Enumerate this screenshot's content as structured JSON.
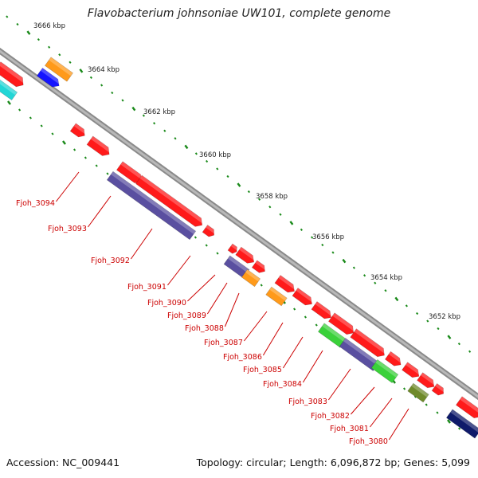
{
  "title": "Flavobacterium johnsoniae UW101, complete genome",
  "footer": {
    "accession": "Accession: NC_009441",
    "summary": "Topology: circular; Length: 6,096,872 bp; Genes: 5,099"
  },
  "colors": {
    "cds_red": "#ff1a1a",
    "gene_blue": "#1414ff",
    "gene_cyan": "#22d6d6",
    "gene_orange": "#ff9a1a",
    "gene_slate": "#5a4fa0",
    "gene_green": "#3ad13a",
    "gene_olive": "#6f8a2a",
    "gene_navy": "#0f1a6a",
    "backbone": "#9a9a9a",
    "ticks": "#1a8a1a",
    "label_red": "#cc0000"
  },
  "scale_labels": [
    "3666 kbp",
    "3664 kbp",
    "3662 kbp",
    "3660 kbp",
    "3658 kbp",
    "3656 kbp",
    "3654 kbp",
    "3652 kbp"
  ],
  "gene_labels": [
    "Fjoh_3094",
    "Fjoh_3093",
    "Fjoh_3092",
    "Fjoh_3091",
    "Fjoh_3090",
    "Fjoh_3089",
    "Fjoh_3088",
    "Fjoh_3087",
    "Fjoh_3086",
    "Fjoh_3085",
    "Fjoh_3084",
    "Fjoh_3083",
    "Fjoh_3082",
    "Fjoh_3081",
    "Fjoh_3080"
  ]
}
